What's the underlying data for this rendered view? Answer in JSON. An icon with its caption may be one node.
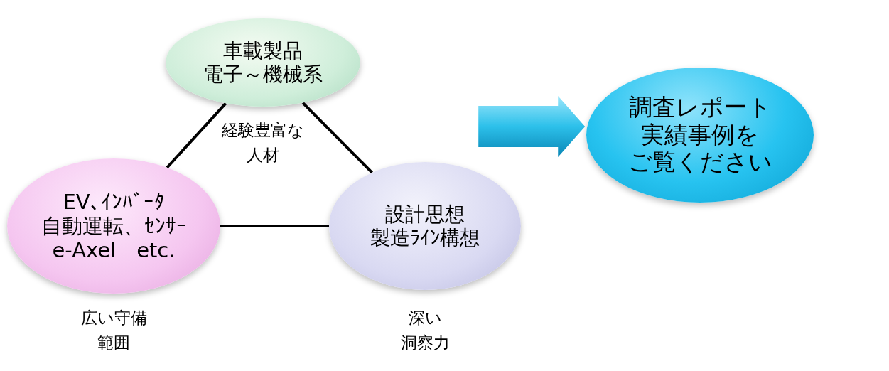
{
  "diagram": {
    "nodes": [
      {
        "text": [
          "車載製品電子～機械系"
        ]
      },
      {
        "text": [
          "EV､ｲﾝﾊﾞｰﾀ自動運転、ｾﾝｻｰe-Axel　etc."
        ],
        "beside": [
          "広い守備範囲"
        ]
      },
      {
        "text": [
          "設計思想製造ﾗｲﾝ構想"
        ],
        "beside": [
          "深い洞察力"
        ]
      },
      {
        "text": [
          "調査レポート実績事例をご覧ください"
        ]
      }
    ],
    "edges": [
      {
        "from": 0,
        "to": 1,
        "arrow": "none"
      },
      {
        "from": 0,
        "to": 2,
        "arrow": "none"
      },
      {
        "from": 1,
        "to": 2,
        "arrow": "none"
      },
      {
        "from": null,
        "to": 3,
        "arrow": "to",
        "style": "thick"
      }
    ],
    "labels": [
      "経験豊富な人材"
    ]
  }
}
